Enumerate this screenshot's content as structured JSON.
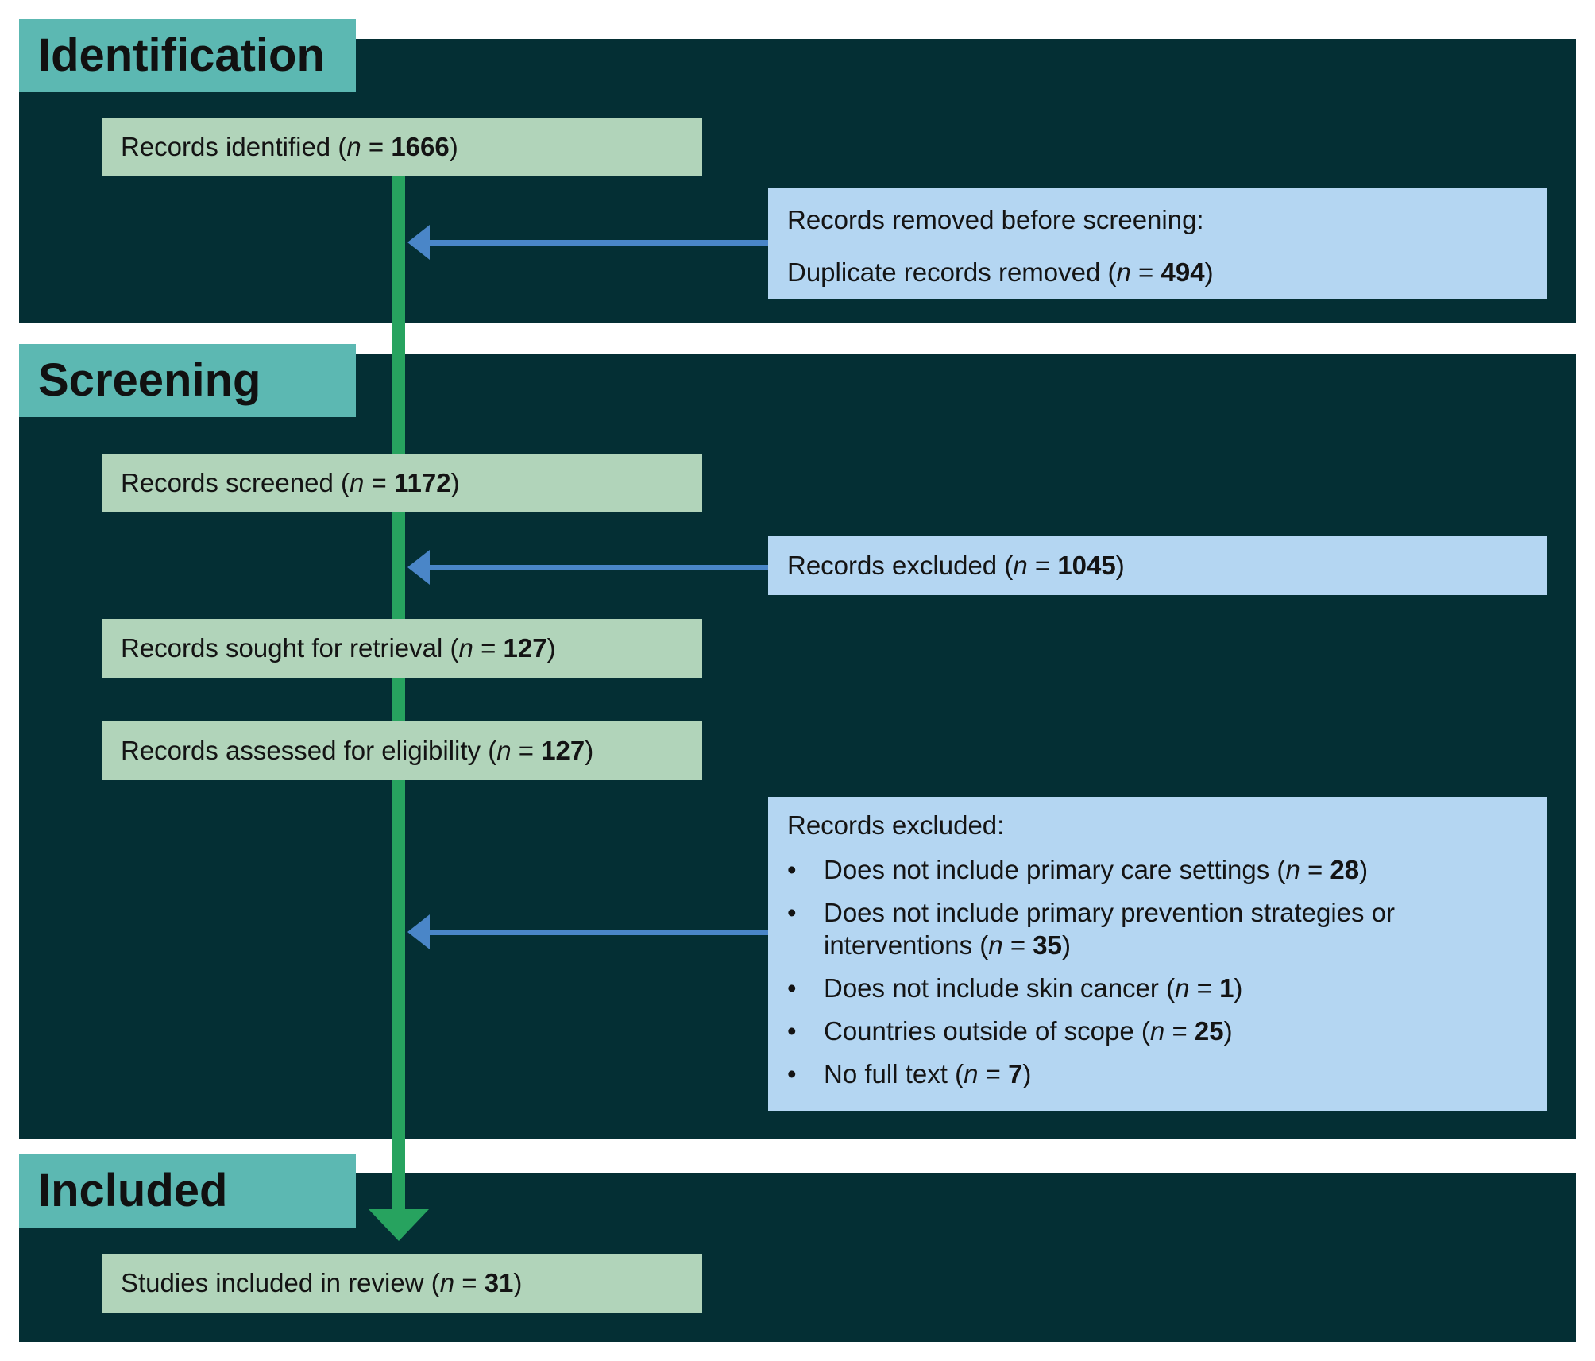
{
  "sections": {
    "identification": "Identification",
    "screening": "Screening",
    "included": "Included"
  },
  "n_symbol": "n",
  "equals": "=",
  "boxes": {
    "identified": {
      "label": "Records identified",
      "n": "1666"
    },
    "screened": {
      "label": "Records screened",
      "n": "1172"
    },
    "sought": {
      "label": "Records sought for retrieval",
      "n": "127"
    },
    "assessed": {
      "label": "Records assessed for eligibility",
      "n": "127"
    },
    "included": {
      "label": "Studies included in review",
      "n": "31"
    }
  },
  "side_boxes": {
    "removed": {
      "heading": "Records removed before screening:",
      "label": "Duplicate records removed",
      "n": "494"
    },
    "excluded_screen": {
      "label": "Records excluded",
      "n": "1045"
    },
    "excluded_full": {
      "heading": "Records excluded:",
      "items": [
        {
          "label": "Does not include primary care settings",
          "n": "28"
        },
        {
          "label_line1": "Does not include primary prevention strategies or",
          "label": "interventions",
          "n": "35"
        },
        {
          "label": "Does not include skin cancer",
          "n": "1"
        },
        {
          "label": "Countries outside of scope",
          "n": "25"
        },
        {
          "label": "No full text",
          "n": "7"
        }
      ]
    }
  },
  "bullet": "•",
  "colors": {
    "band": "#042f34",
    "section_label": "#5cb8b2",
    "flow_box": "#b1d4ba",
    "side_box": "#b4d6f2",
    "main_arrow": "#27a35f",
    "side_arrow": "#4a86c8"
  }
}
